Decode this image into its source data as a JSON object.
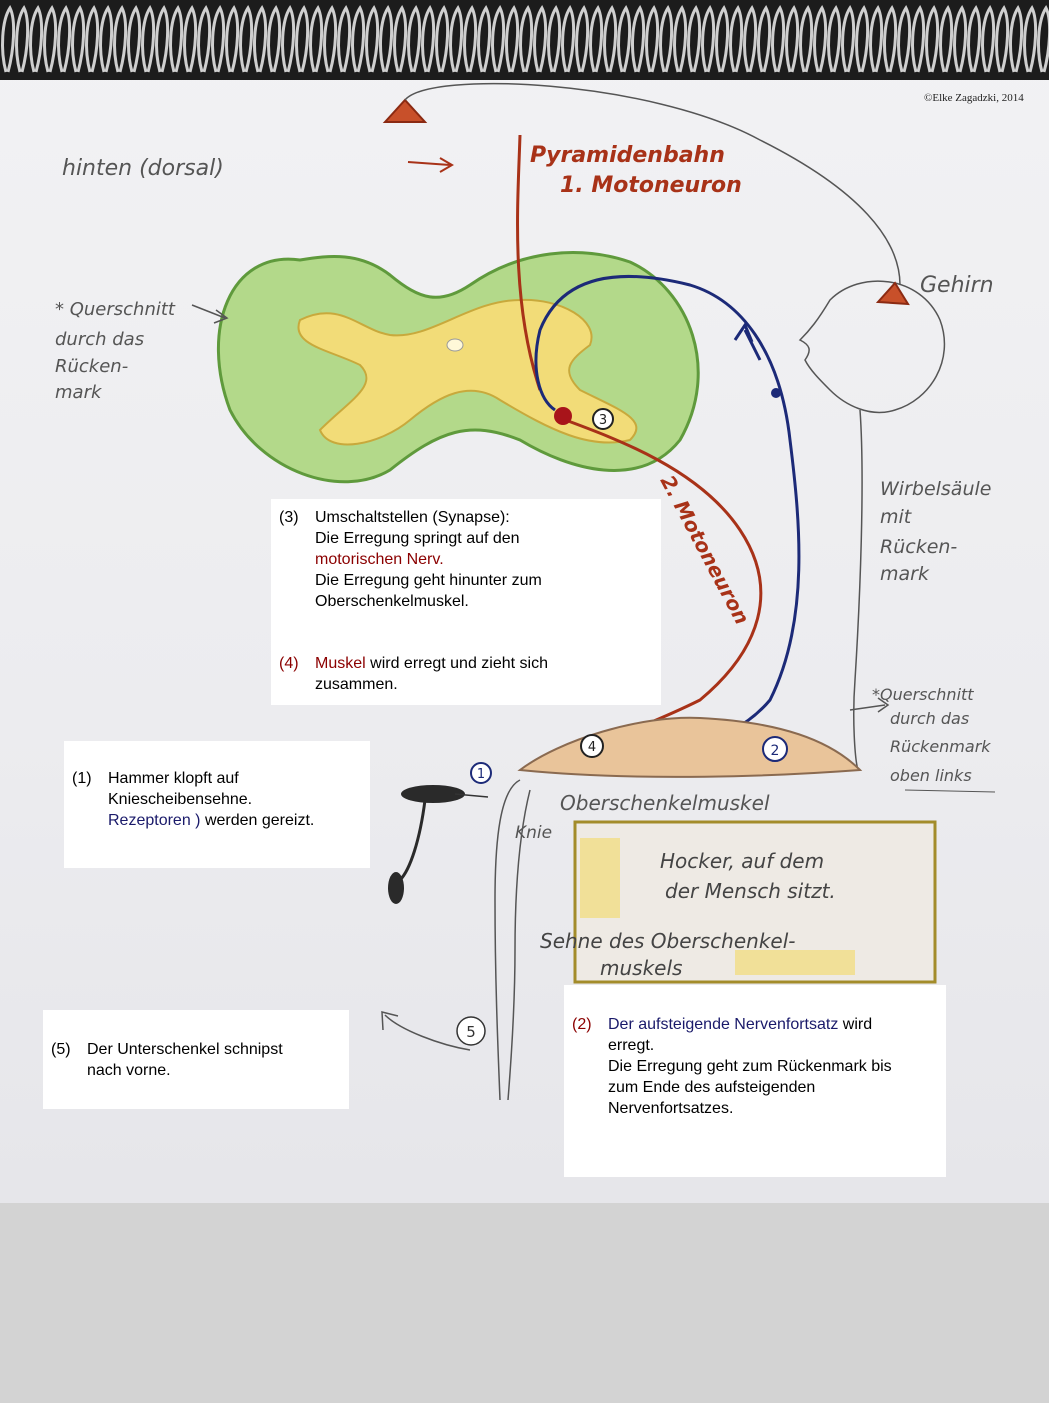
{
  "copyright": "©Elke Zagadzki, 2014",
  "handwritten": {
    "hinten": "hinten (dorsal)",
    "pyramidenbahn": "Pyramidenbahn",
    "motoneuron1": "1. Motoneuron",
    "querschnitt_left": [
      "* Querschnitt",
      "durch das",
      "Rücken-",
      "mark"
    ],
    "gehirn": "Gehirn",
    "motoneuron2": "2. Motoneuron",
    "wirbelsaeule": [
      "Wirbelsäule",
      "mit",
      "Rücken-",
      "mark"
    ],
    "querschnitt_right": [
      "*Querschnitt",
      "durch das",
      "Rückenmark",
      "oben links"
    ],
    "oberschenkelmuskel": "Oberschenkelmuskel",
    "knie": "Knie",
    "hocker": [
      "Hocker, auf dem",
      "der Mensch sitzt."
    ],
    "sehne": [
      "Sehne des Oberschenkel-",
      "muskels"
    ],
    "marker1": "1",
    "marker2": "2",
    "marker3": "3",
    "marker4": "4",
    "marker5": "5"
  },
  "box3": {
    "num": "(3)",
    "line1": "Umschaltstellen (Synapse):",
    "line2": "Die Erregung springt auf den",
    "line3_red": "motorischen Nerv.",
    "line4": "Die Erregung geht hinunter zum",
    "line5": "Oberschenkelmuskel."
  },
  "box4": {
    "num": "(4)",
    "red": "Muskel",
    "rest": " wird erregt und zieht sich",
    "line2": "zusammen."
  },
  "box1": {
    "num": "(1)",
    "line1": "Hammer klopft auf",
    "line2": "Kniescheibensehne.",
    "line3_navy": "Rezeptoren )",
    "line3_rest": " werden gereizt."
  },
  "box5": {
    "num": "(5)",
    "line1": "Der Unterschenkel schnipst",
    "line2": "nach vorne."
  },
  "box2": {
    "num": "(2)",
    "navy": "Der aufsteigende Nervenfortsatz",
    "rest": " wird",
    "line2": "erregt.",
    "line3": "Die Erregung geht zum Rückenmark bis",
    "line4": "zum Ende des aufsteigenden",
    "line5": "Nervenfortsatzes."
  },
  "colors": {
    "red_text": "#8b0000",
    "navy_text": "#1a1a6a",
    "pencil": "#555555",
    "nerve_red": "#a83218",
    "nerve_blue": "#1c2a78",
    "cord_green": "#b3d98a",
    "cord_yellow": "#f2dc78",
    "muscle": "#e9c49a"
  }
}
